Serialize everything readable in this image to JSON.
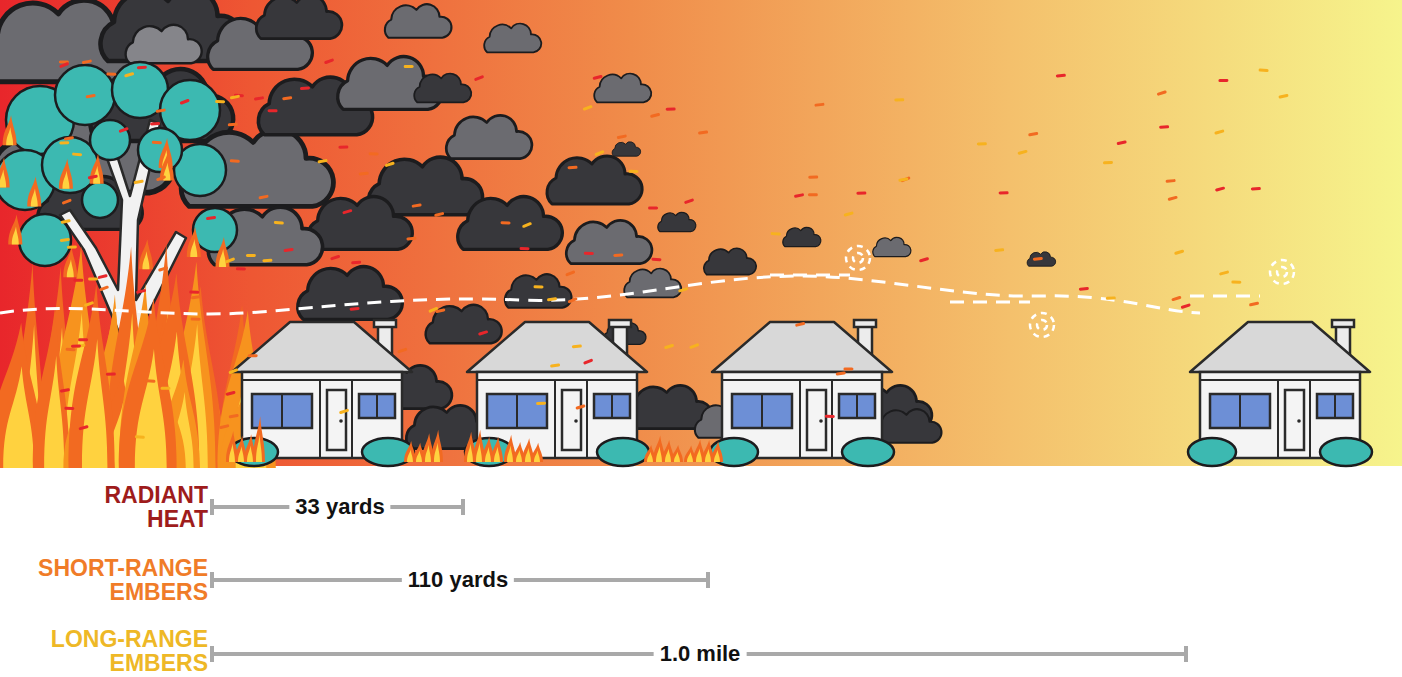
{
  "diagram": {
    "labels": [
      "RADIANT HEAT",
      "33 yards",
      "SHORT-RANGE EMBERS",
      "110 yards",
      "LONG-RANGE EMBERS",
      "1.0 mile"
    ]
  }
}
